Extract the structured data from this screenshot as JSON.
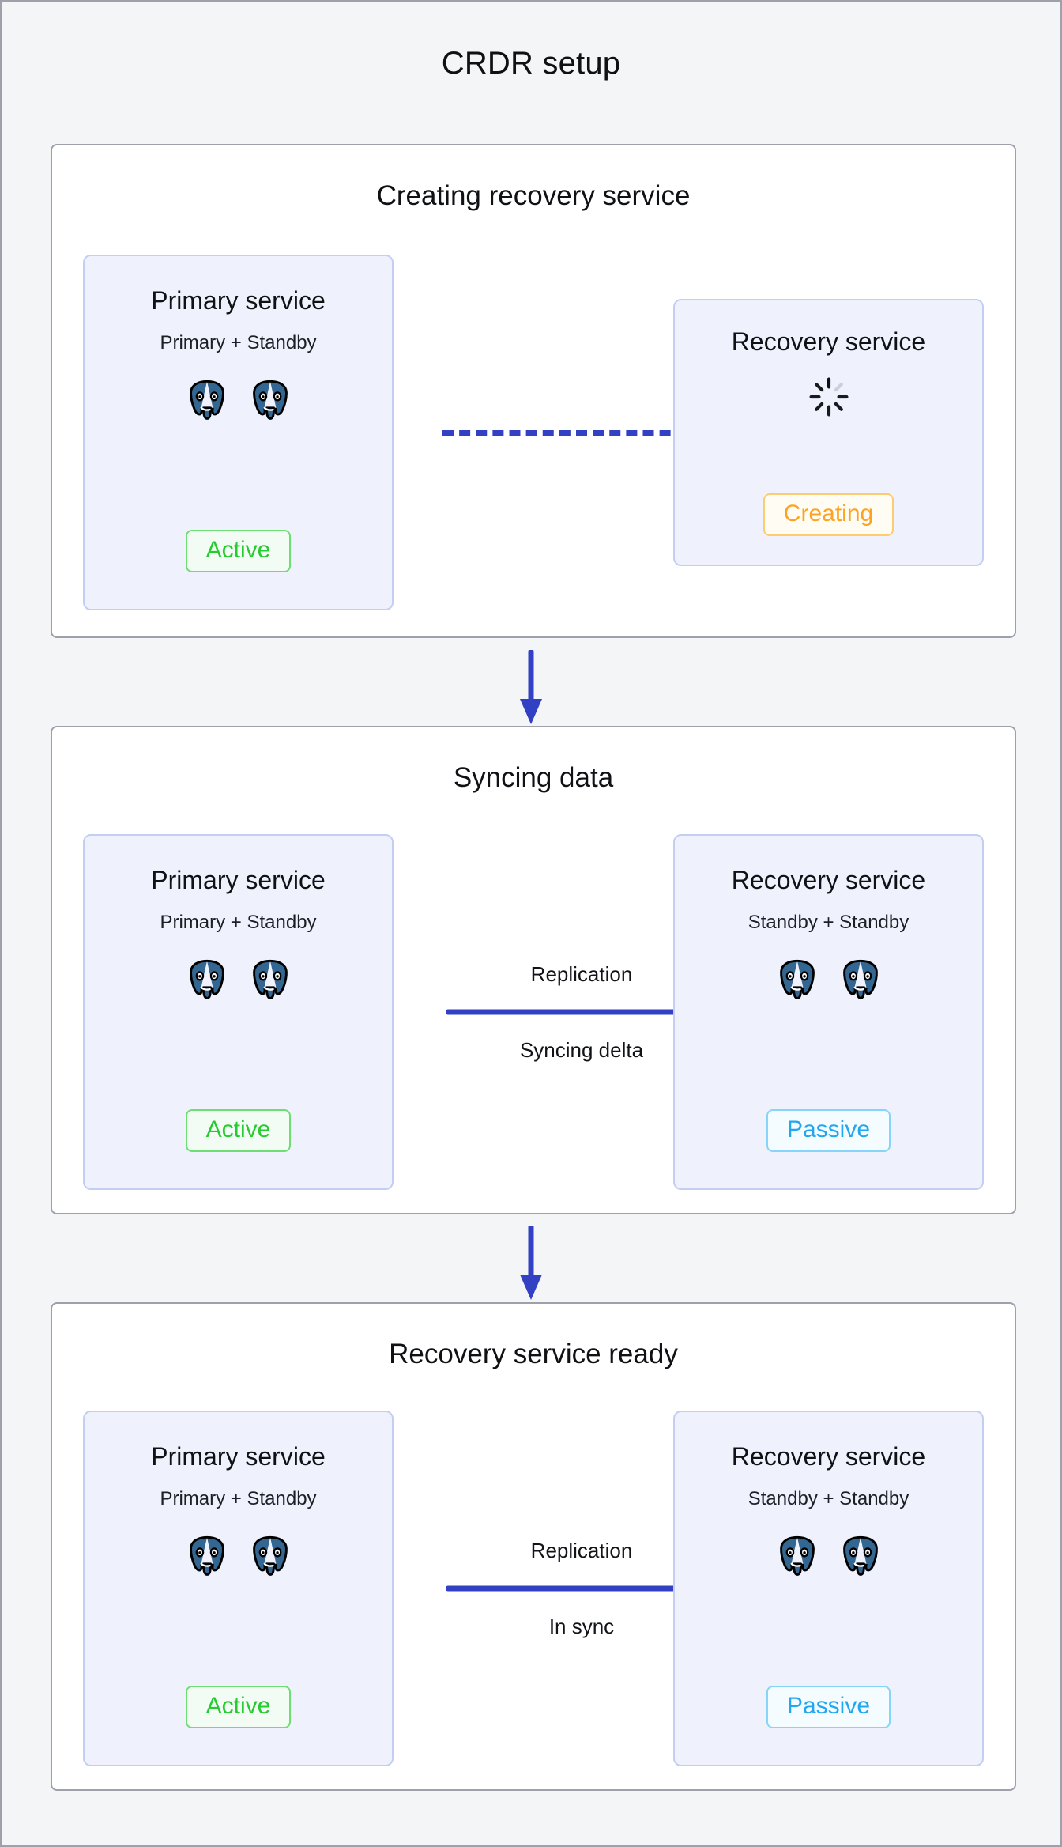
{
  "diagram": {
    "title": "CRDR setup",
    "icons": {
      "node": "postgres-elephant-icon",
      "loading": "spinner-icon",
      "step": "arrow-down-icon",
      "replication": "arrow-right-icon",
      "pending_link": "dashed-link-icon"
    },
    "colors": {
      "background": "#f4f5f7",
      "panel_border": "#9ea0ab",
      "card_background": "#eff2fd",
      "card_border": "#c3cef2",
      "arrow": "#3240c4",
      "postgres": "#336791",
      "active": "#25cc2f",
      "creating": "#fda321",
      "passive": "#21a7ef"
    },
    "stages": [
      {
        "title": "Creating recovery service",
        "left_card": {
          "title": "Primary service",
          "subtitle": "Primary + Standby",
          "nodes": 2,
          "badge": "Active",
          "badge_state": "active"
        },
        "connector": {
          "style": "dashed",
          "label_above": "",
          "label_below": ""
        },
        "right_card": {
          "title": "Recovery service",
          "subtitle": "",
          "nodes": 0,
          "badge": "Creating",
          "badge_state": "creating"
        }
      },
      {
        "title": "Syncing data",
        "left_card": {
          "title": "Primary service",
          "subtitle": "Primary + Standby",
          "nodes": 2,
          "badge": "Active",
          "badge_state": "active"
        },
        "connector": {
          "style": "arrow",
          "label_above": "Replication",
          "label_below": "Syncing delta"
        },
        "right_card": {
          "title": "Recovery service",
          "subtitle": "Standby + Standby",
          "nodes": 2,
          "badge": "Passive",
          "badge_state": "passive"
        }
      },
      {
        "title": "Recovery service ready",
        "left_card": {
          "title": "Primary service",
          "subtitle": "Primary + Standby",
          "nodes": 2,
          "badge": "Active",
          "badge_state": "active"
        },
        "connector": {
          "style": "arrow",
          "label_above": "Replication",
          "label_below": "In sync"
        },
        "right_card": {
          "title": "Recovery service",
          "subtitle": "Standby + Standby",
          "nodes": 2,
          "badge": "Passive",
          "badge_state": "passive"
        }
      }
    ]
  }
}
